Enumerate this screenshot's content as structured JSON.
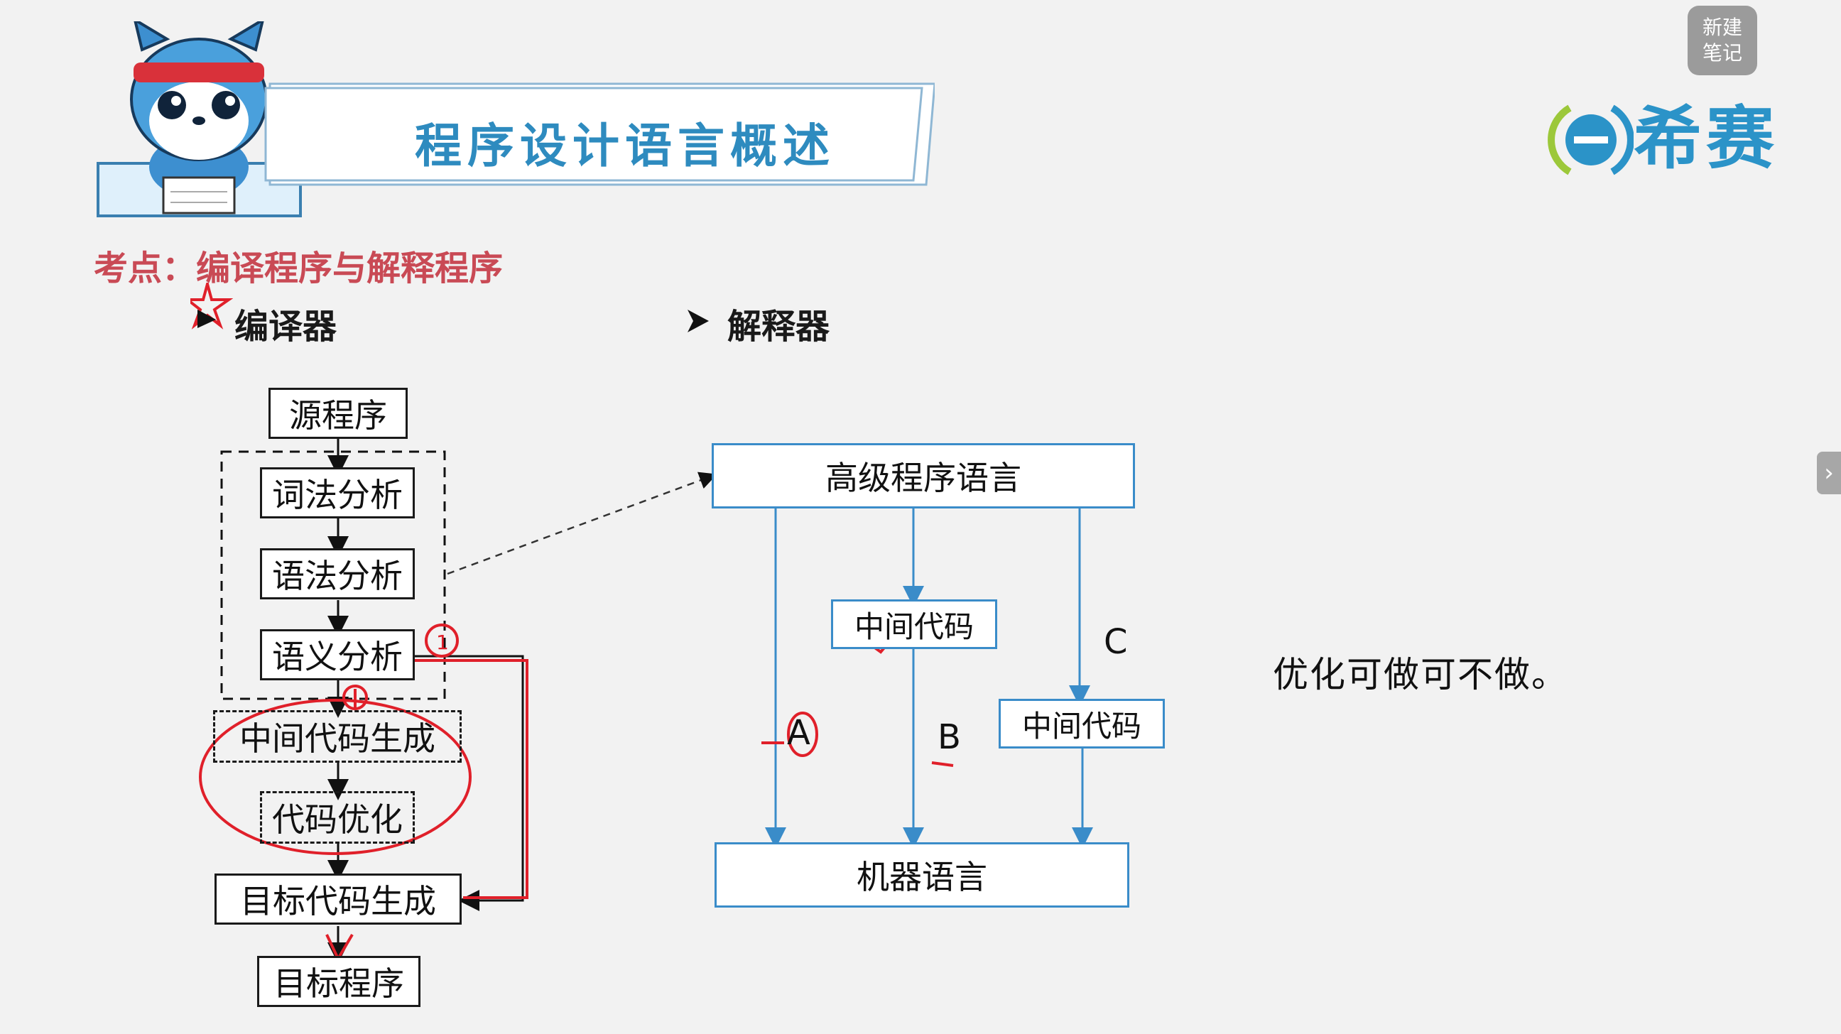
{
  "note_button": {
    "line1": "新建",
    "line2": "笔记"
  },
  "title": "程序设计语言概述",
  "brand": {
    "name": "希赛"
  },
  "exam_point": "考点：编译程序与解释程序",
  "compiler": {
    "heading": "编译器",
    "steps": [
      "源程序",
      "词法分析",
      "语法分析",
      "语义分析",
      "中间代码生成",
      "代码优化",
      "目标代码生成",
      "目标程序"
    ]
  },
  "interpreter": {
    "heading": "解释器",
    "top": "高级程序语言",
    "middle1": "中间代码",
    "middle2": "中间代码",
    "bottom": "机器语言",
    "labels": [
      "A",
      "B",
      "C"
    ]
  },
  "note": "优化可做可不做。",
  "colors": {
    "accent_blue": "#2e8bbf",
    "annotation_red": "#e0202a",
    "exam_red": "#c94a55"
  }
}
